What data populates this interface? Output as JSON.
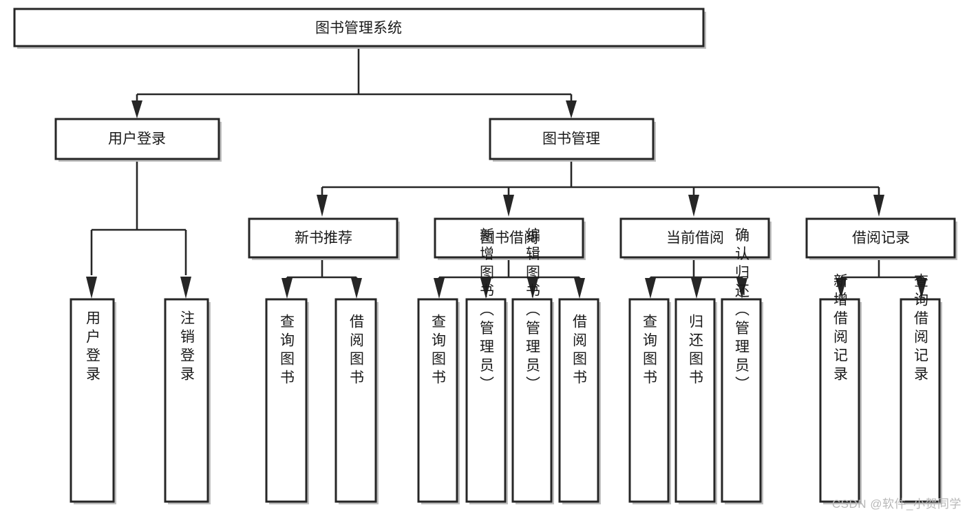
{
  "diagram": {
    "type": "tree-hierarchy",
    "title": "图书管理系统",
    "orientation": "top-down",
    "colors": {
      "node_fill": "#ffffff",
      "node_stroke": "#262626",
      "connector": "#262626",
      "shadow": "#bfbfbf",
      "background": "#ffffff",
      "watermark": "#b8b8b8"
    },
    "levels": {
      "root": {
        "label": "图书管理系统",
        "orientation": "horizontal"
      },
      "level2": [
        {
          "label": "用户登录",
          "orientation": "horizontal"
        },
        {
          "label": "图书管理",
          "orientation": "horizontal"
        }
      ],
      "level3": [
        {
          "label": "新书推荐",
          "orientation": "horizontal"
        },
        {
          "label": "图书借阅",
          "orientation": "horizontal"
        },
        {
          "label": "当前借阅",
          "orientation": "horizontal"
        },
        {
          "label": "借阅记录",
          "orientation": "horizontal"
        }
      ],
      "leaves": [
        {
          "label": "用户登录",
          "orientation": "vertical",
          "parent": "用户登录"
        },
        {
          "label": "注销登录",
          "orientation": "vertical",
          "parent": "用户登录"
        },
        {
          "label": "查询图书",
          "orientation": "vertical",
          "parent": "新书推荐"
        },
        {
          "label": "借阅图书",
          "orientation": "vertical",
          "parent": "新书推荐"
        },
        {
          "label": "查询图书",
          "orientation": "vertical",
          "parent": "图书借阅"
        },
        {
          "label": "新增图书（管理员）",
          "orientation": "vertical",
          "parent": "图书借阅"
        },
        {
          "label": "编辑图书（管理员）",
          "orientation": "vertical",
          "parent": "图书借阅"
        },
        {
          "label": "借阅图书",
          "orientation": "vertical",
          "parent": "图书借阅"
        },
        {
          "label": "查询图书",
          "orientation": "vertical",
          "parent": "当前借阅"
        },
        {
          "label": "归还图书",
          "orientation": "vertical",
          "parent": "当前借阅"
        },
        {
          "label": "确认归还（管理员）",
          "orientation": "vertical",
          "parent": "当前借阅"
        },
        {
          "label": "新增借阅记录",
          "orientation": "vertical",
          "parent": "借阅记录"
        },
        {
          "label": "查询借阅记录",
          "orientation": "vertical",
          "parent": "借阅记录"
        }
      ]
    },
    "watermark": "CSDN @软件_小贺同学"
  }
}
